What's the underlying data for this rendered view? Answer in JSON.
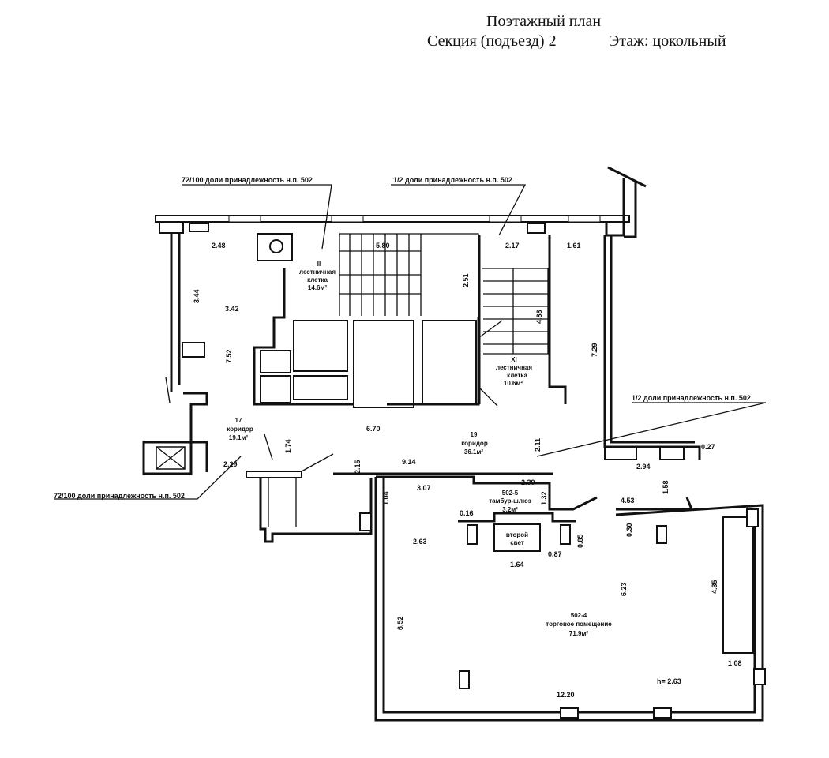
{
  "header": {
    "title": "Поэтажный план",
    "section": "Секция (подъезд) 2",
    "floor": "Этаж: цокольный"
  },
  "annotations": {
    "share_72_top": "72/100 доли принадлежность н.п. 502",
    "share_half_top": "1/2 доли принадлежность н.п. 502",
    "share_half_right": "1/2 доли принадлежность н.п. 502",
    "share_72_bottom": "72/100 доли принадлежность н.п. 502"
  },
  "rooms": {
    "stair2": {
      "num": "II",
      "l1": "лестничная",
      "l2": "клетка",
      "area": "14.6м²"
    },
    "stair11": {
      "num": "XI",
      "l1": "лестничная",
      "l2": "клетка",
      "area": "10.6м²"
    },
    "r17": {
      "num": "17",
      "name": "коридор",
      "area": "19.1м²"
    },
    "r19": {
      "num": "19",
      "name": "коридор",
      "area": "36.1м²"
    },
    "r5025": {
      "num": "502-5",
      "name": "тамбур-шлюз",
      "area": "3.2м²"
    },
    "r5024": {
      "num": "502-4",
      "name": "торговое помещение",
      "area": "71.9м²"
    },
    "second_light": {
      "l1": "второй",
      "l2": "свет"
    }
  },
  "dimensions": {
    "d248": "2.48",
    "d580": "5.80",
    "d217": "2.17",
    "d161": "1.61",
    "d344": "3.44",
    "d342": "3.42",
    "d752": "7.52",
    "d251": "2.51",
    "d488": "4.88",
    "d729": "7.29",
    "d670": "6.70",
    "d211": "2.11",
    "d174": "1.74",
    "d229": "2.29",
    "d215": "2.15",
    "d914": "9.14",
    "d307": "3.07",
    "d239": "2.39",
    "d104": "1.04",
    "d132": "1.32",
    "d294": "2.94",
    "d027": "0.27",
    "d158": "1.58",
    "d453": "4.53",
    "d016": "0.16",
    "d030": "0.30",
    "d085": "0.85",
    "d263": "2.63",
    "d164": "1.64",
    "d087": "0.87",
    "d623": "6.23",
    "d435": "4.35",
    "d652": "6.52",
    "d108": "1 08",
    "d1220": "12.20",
    "height": "h= 2.63"
  }
}
